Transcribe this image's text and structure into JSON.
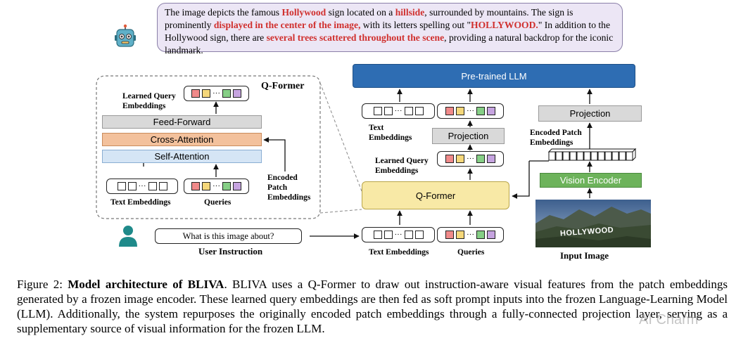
{
  "bubble": {
    "segments": [
      {
        "text": "The image depicts the famous ",
        "hl": false
      },
      {
        "text": "Hollywood",
        "hl": true
      },
      {
        "text": " sign located on a ",
        "hl": false
      },
      {
        "text": "hillside",
        "hl": true
      },
      {
        "text": ", surrounded by mountains. The sign is prominently ",
        "hl": false
      },
      {
        "text": "displayed in the center of the image,",
        "hl": true
      },
      {
        "text": " with its letters spelling out \"",
        "hl": false
      },
      {
        "text": "HOLLYWOOD.",
        "hl": true
      },
      {
        "text": "\" In addition to the Hollywood sign, there are ",
        "hl": false
      },
      {
        "text": "several trees scattered throughout the scene",
        "hl": true
      },
      {
        "text": ", providing a natural backdrop for the iconic landmark.",
        "hl": false
      }
    ]
  },
  "qformer_detail": {
    "title": "Q-Former",
    "learned_query_label": "Learned Query\nEmbeddings",
    "feed_forward": "Feed-Forward",
    "cross_attention": "Cross-Attention",
    "self_attention": "Self-Attention",
    "encoded_patch_label": "Encoded\nPatch\nEmbeddings",
    "text_embeddings_label": "Text Embeddings",
    "queries_label": "Queries"
  },
  "main": {
    "llm": "Pre-trained LLM",
    "text_embeddings_top": "Text\nEmbeddings",
    "projection_mid": "Projection",
    "learned_query_label": "Learned Query\nEmbeddings",
    "qformer": "Q-Former",
    "text_embeddings_bottom": "Text Embeddings",
    "queries_bottom": "Queries",
    "projection_right": "Projection",
    "encoded_patch_label": "Encoded Patch\nEmbeddings",
    "vision_encoder": "Vision Encoder",
    "input_image": "Input Image",
    "image_sign": "HOLLYWOOD"
  },
  "user": {
    "instruction_text": "What is this image about?",
    "instruction_label": "User Instruction"
  },
  "caption": {
    "prefix": "Figure 2: ",
    "bold": "Model architecture of BLIVA",
    "body": ". BLIVA uses a Q-Former to draw out instruction-aware visual features from the patch embeddings generated by a frozen image encoder. These learned query embeddings are then fed as soft prompt inputs into the frozen Language-Learning Model (LLM). Additionally, the system repurposes the originally encoded patch embeddings through a fully-connected projection layer, serving as a supplementary source of visual information for the frozen LLM."
  },
  "watermark": "AI Charm",
  "colors": {
    "llm_blue": "#2e6db3",
    "qformer_yellow": "#f8e9a6",
    "vision_green": "#6db35b",
    "cross_orange": "#f3c19c",
    "self_blue": "#d5e5f5",
    "grey_box": "#d9d9d9",
    "highlight_red": "#d0302e",
    "token_colors": [
      "#f08a8a",
      "#f5d77a",
      "#86cf86",
      "#c6a4e0"
    ]
  }
}
